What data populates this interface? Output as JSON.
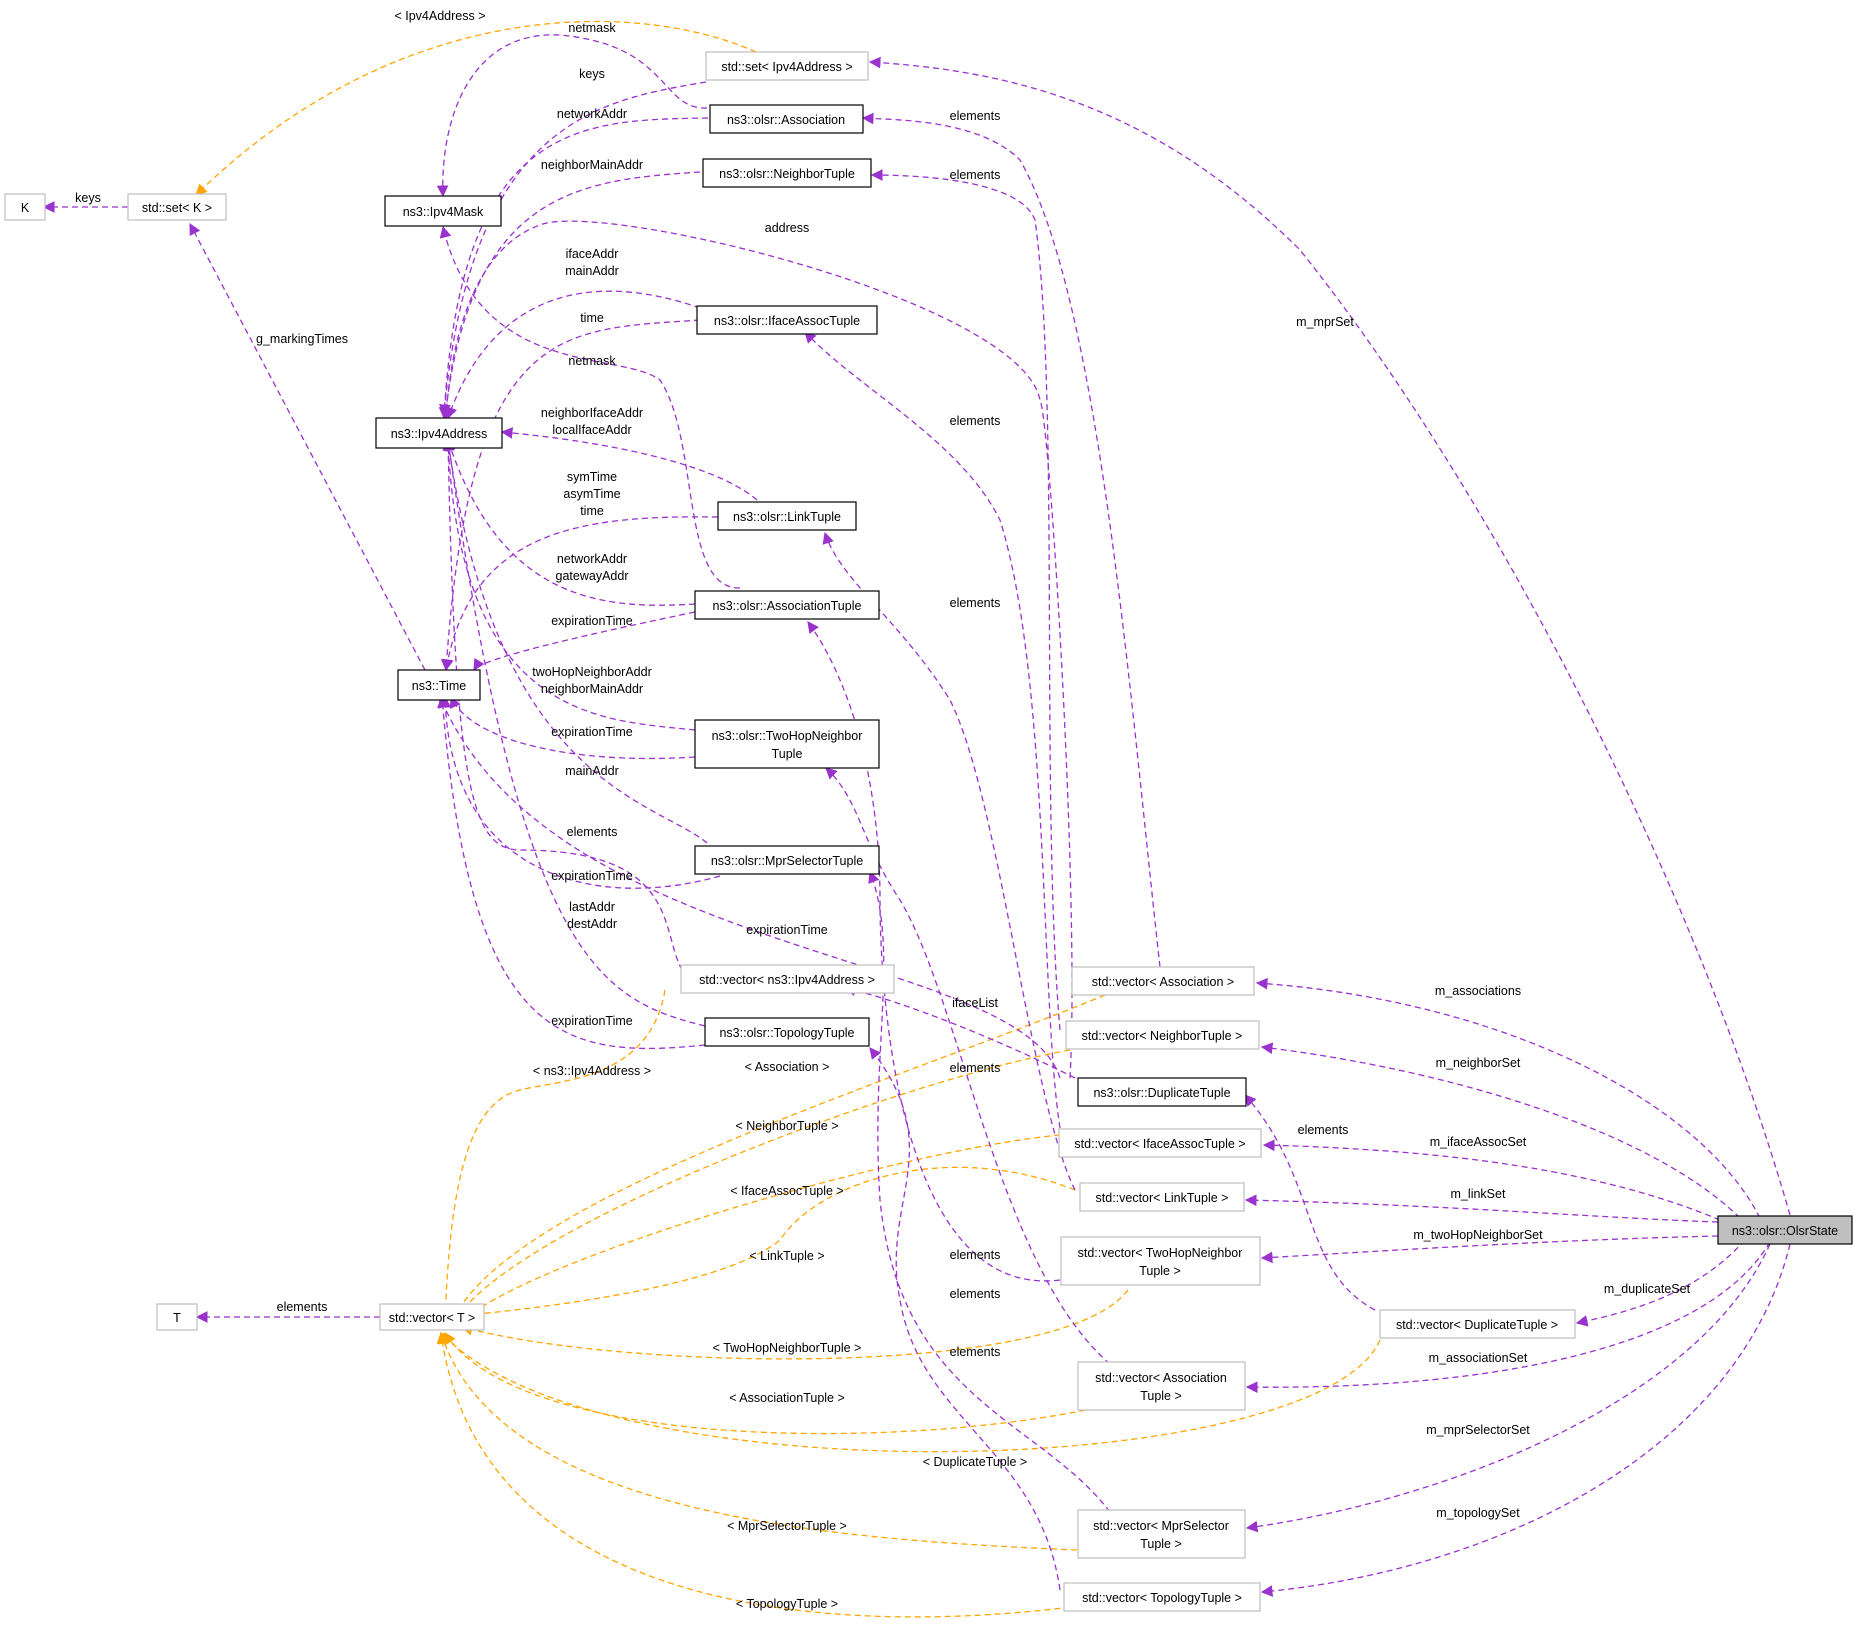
{
  "nodes": {
    "olsr_state": "ns3::olsr::OlsrState",
    "set_ipv4address": "std::set< Ipv4Address >",
    "set_k": "std::set< K >",
    "k": "K",
    "t": "T",
    "ipv4mask": "ns3::Ipv4Mask",
    "ipv4address": "ns3::Ipv4Address",
    "time": "ns3::Time",
    "association": "ns3::olsr::Association",
    "neighbor_tuple": "ns3::olsr::NeighborTuple",
    "iface_assoc_tuple": "ns3::olsr::IfaceAssocTuple",
    "link_tuple": "ns3::olsr::LinkTuple",
    "association_tuple": "ns3::olsr::AssociationTuple",
    "two_hop_line1": "ns3::olsr::TwoHopNeighbor",
    "two_hop_line2": "Tuple",
    "mpr_selector_tuple": "ns3::olsr::MprSelectorTuple",
    "vector_ipv4address": "std::vector< ns3::Ipv4Address >",
    "topology_tuple": "ns3::olsr::TopologyTuple",
    "duplicate_tuple": "ns3::olsr::DuplicateTuple",
    "vector_t": "std::vector< T >",
    "vec_association": "std::vector< Association >",
    "vec_neighbor_tuple": "std::vector< NeighborTuple >",
    "vec_iface_assoc_tuple": "std::vector< IfaceAssocTuple >",
    "vec_link_tuple": "std::vector< LinkTuple >",
    "vec_two_hop_line1": "std::vector< TwoHopNeighbor",
    "vec_two_hop_line2": "Tuple >",
    "vec_duplicate_tuple": "std::vector< DuplicateTuple >",
    "vec_assoc_tuple_line1": "std::vector< Association",
    "vec_assoc_tuple_line2": "Tuple >",
    "vec_mpr_selector_line1": "std::vector< MprSelector",
    "vec_mpr_selector_line2": "Tuple >",
    "vec_topology_tuple": "std::vector< TopologyTuple >"
  },
  "edge_labels": {
    "ipv4address_tmpl": "< Ipv4Address >",
    "netmask_top": "netmask",
    "keys_ipv4": "keys",
    "keys_k": "keys",
    "network_addr": "networkAddr",
    "neighbor_main_addr": "neighborMainAddr",
    "address": "address",
    "iface_addr": "ifaceAddr",
    "main_addr": "mainAddr",
    "time": "time",
    "netmask_mid": "netmask",
    "g_marking_times": "g_markingTimes",
    "neighbor_iface_addr": "neighborIfaceAddr",
    "local_iface_addr": "localIfaceAddr",
    "sym_time": "symTime",
    "asym_time": "asymTime",
    "link_time": "time",
    "network_addr2": "networkAddr",
    "gateway_addr": "gatewayAddr",
    "expiration_time_assoc": "expirationTime",
    "two_hop_neighbor_addr": "twoHopNeighborAddr",
    "neighbor_main_addr2": "neighborMainAddr",
    "expiration_time_twohop": "expirationTime",
    "main_addr_mpr": "mainAddr",
    "elements_vec_ipv4": "elements",
    "expiration_time_mpr": "expirationTime",
    "last_addr": "lastAddr",
    "dest_addr": "destAddr",
    "expiration_time_dup": "expirationTime",
    "expiration_time_topo": "expirationTime",
    "iface_list": "ifaceList",
    "elements_vec_t": "elements",
    "tmpl_ns3_ipv4address": "< ns3::Ipv4Address >",
    "tmpl_association": "< Association >",
    "tmpl_neighbor_tuple": "< NeighborTuple >",
    "tmpl_iface_assoc_tuple": "< IfaceAssocTuple >",
    "tmpl_link_tuple": "< LinkTuple >",
    "tmpl_two_hop": "< TwoHopNeighborTuple >",
    "tmpl_association_tuple": "< AssociationTuple >",
    "tmpl_duplicate_tuple": "< DuplicateTuple >",
    "tmpl_mpr_selector_tuple": "< MprSelectorTuple >",
    "tmpl_topology_tuple": "< TopologyTuple >",
    "elements_assoc": "elements",
    "elements_neighbor": "elements",
    "elements_iface": "elements",
    "elements_link": "elements",
    "elements_dup": "elements",
    "elements_dup2": "elements",
    "elements_twohop": "elements",
    "elements_assoc_tuple": "elements",
    "elements_mpr": "elements",
    "m_mpr_set": "m_mprSet",
    "m_associations": "m_associations",
    "m_neighbor_set": "m_neighborSet",
    "m_iface_assoc_set": "m_ifaceAssocSet",
    "m_link_set": "m_linkSet",
    "m_two_hop_neighbor_set": "m_twoHopNeighborSet",
    "m_duplicate_set": "m_duplicateSet",
    "m_association_set": "m_associationSet",
    "m_mpr_selector_set": "m_mprSelectorSet",
    "m_topology_set": "m_topologySet"
  },
  "colors": {
    "member_edge": "#9a32cd",
    "template_edge": "#ffa500",
    "root_fill": "#bfbfbf",
    "light_border": "#bfbfbf"
  }
}
